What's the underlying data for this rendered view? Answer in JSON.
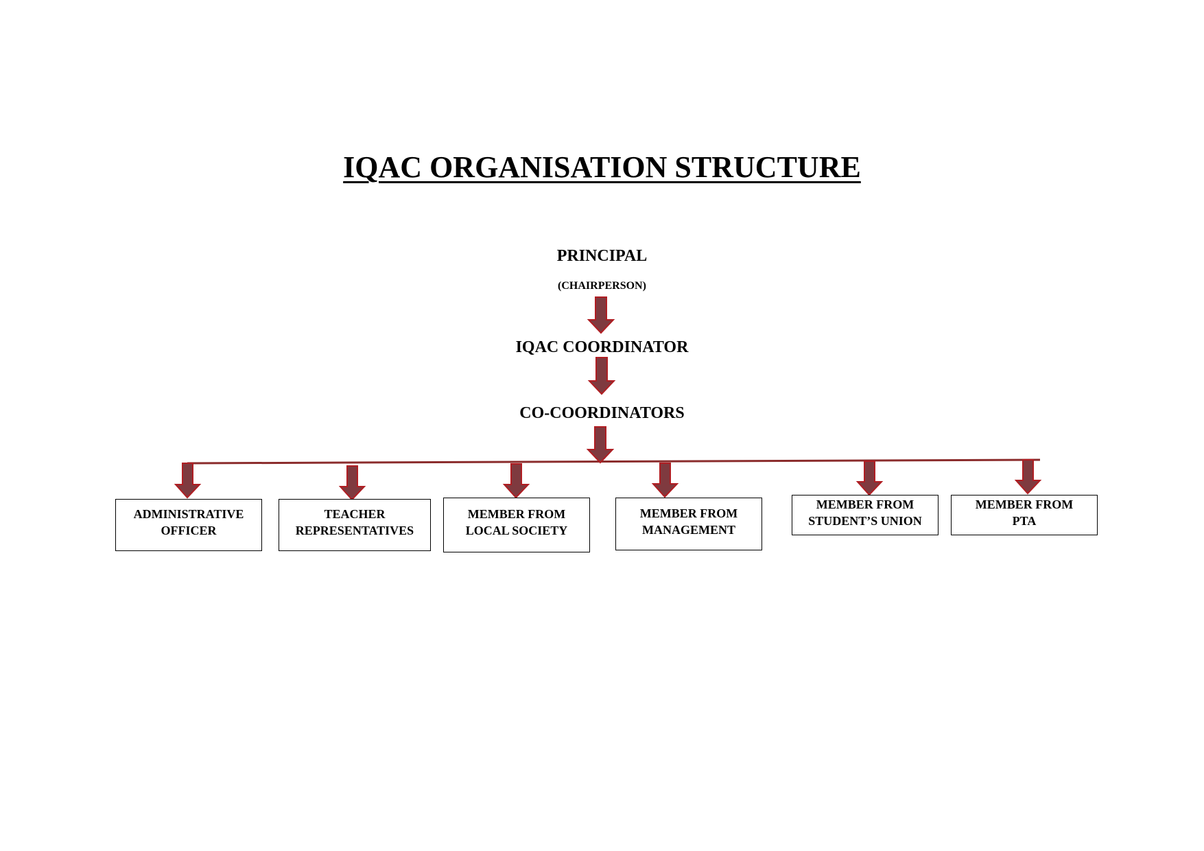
{
  "title": "IQAC ORGANISATION STRUCTURE",
  "chain": {
    "principal": "PRINCIPAL",
    "principal_role": "(CHAIRPERSON)",
    "coordinator": "IQAC COORDINATOR",
    "co_coordinators": "CO-COORDINATORS"
  },
  "members": [
    {
      "line1": "ADMINISTRATIVE",
      "line2": "OFFICER"
    },
    {
      "line1": "TEACHER",
      "line2": "REPRESENTATIVES"
    },
    {
      "line1": "MEMBER FROM",
      "line2": "LOCAL SOCIETY"
    },
    {
      "line1": "MEMBER FROM",
      "line2": "MANAGEMENT"
    },
    {
      "line1": "MEMBER FROM",
      "line2": "STUDENT’S UNION"
    },
    {
      "line1": "MEMBER FROM",
      "line2": "PTA"
    }
  ],
  "colors": {
    "arrow_fill": "#7f3a3f",
    "arrow_stroke": "#b01e23",
    "line": "#8b2c2c"
  }
}
